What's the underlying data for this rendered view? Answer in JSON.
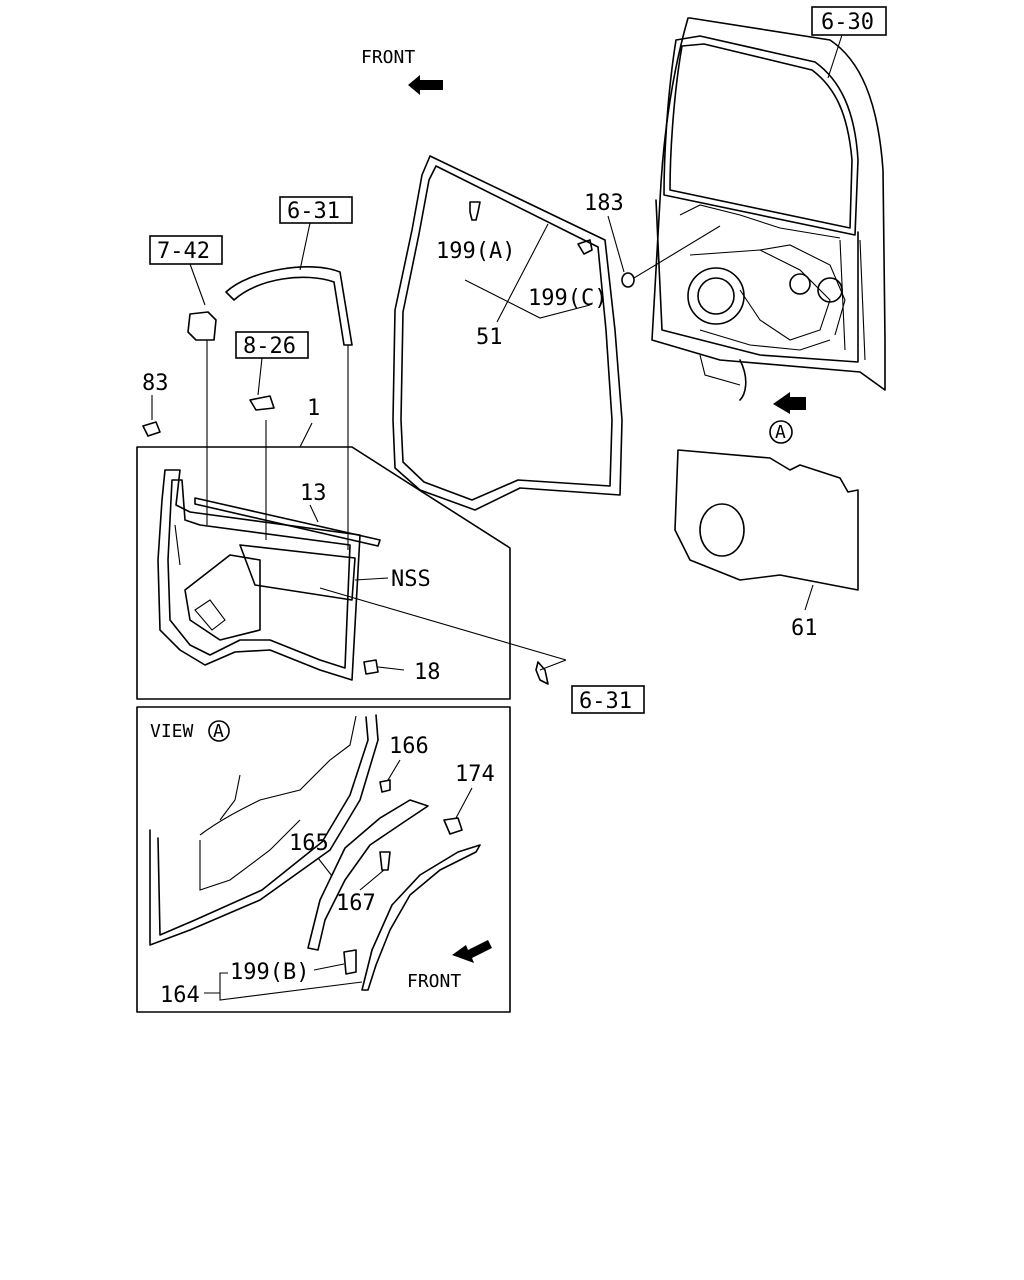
{
  "labels": {
    "front_top": "FRONT",
    "front_bottom": "FRONT",
    "ref_6_30": "6-30",
    "ref_6_31_top": "6-31",
    "ref_6_31_bottom": "6-31",
    "ref_7_42": "7-42",
    "ref_8_26": "8-26",
    "p183": "183",
    "p199a": "199(A)",
    "p199c": "199(C)",
    "p199b": "199(B)",
    "p51": "51",
    "p83": "83",
    "p1": "1",
    "p13": "13",
    "nss": "NSS",
    "p18": "18",
    "p61": "61",
    "circle_a": "A",
    "view_label": "VIEW",
    "view_circle_a": "A",
    "p166": "166",
    "p174": "174",
    "p165": "165",
    "p167": "167",
    "p164": "164"
  },
  "colors": {
    "line": "#000000",
    "background": "#ffffff"
  }
}
